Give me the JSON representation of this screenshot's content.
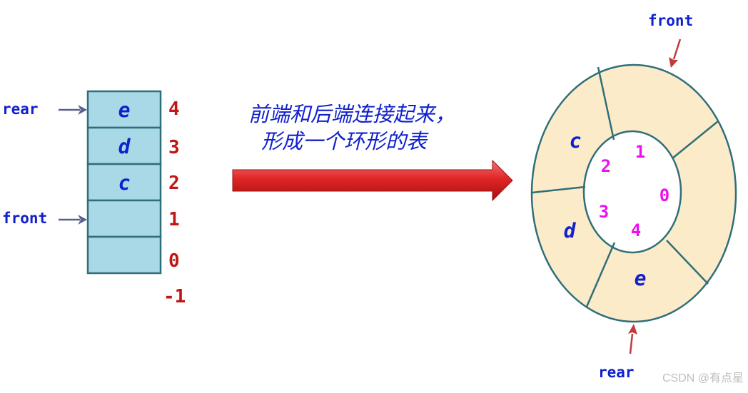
{
  "colors": {
    "cell_fill": "#a9d8e6",
    "cell_stroke": "#2f6f7a",
    "ring_fill": "#fcebc8",
    "ring_stroke": "#2f6f7a",
    "label_blue": "#1020cc",
    "index_red": "#c01616",
    "slot_magenta": "#ee10ee",
    "pointer_arrow": "#5a5f90",
    "ring_arrow": "#c23b3b",
    "big_arrow": "#d01c1c"
  },
  "linear_queue": {
    "cells": [
      "e",
      "d",
      "c",
      "",
      ""
    ],
    "indices": [
      "4",
      "3",
      "2",
      "1",
      "0",
      "-1"
    ],
    "rear_label": "rear",
    "front_label": "front"
  },
  "transition": {
    "caption_line1": "前端和后端连接起来，",
    "caption_line2": "形成一个环形的表"
  },
  "circular_queue": {
    "front_label": "front",
    "rear_label": "rear",
    "element_labels": [
      "c",
      "d",
      "e"
    ],
    "slot_numbers": [
      "2",
      "1",
      "0",
      "3",
      "4"
    ]
  },
  "watermark": "CSDN @有点星"
}
